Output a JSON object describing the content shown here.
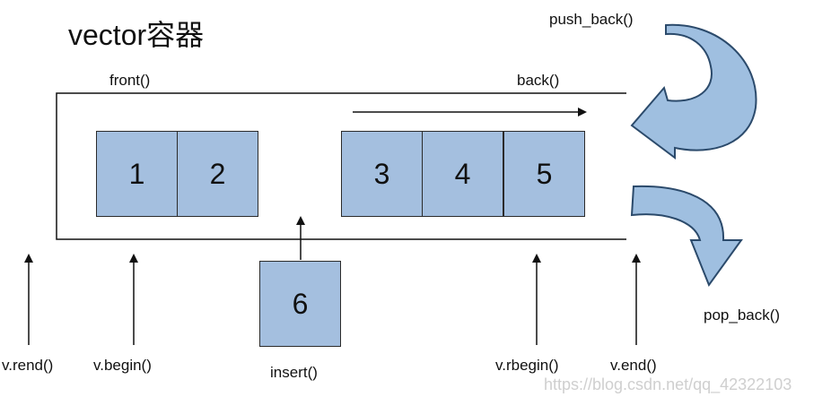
{
  "title": "vector容器",
  "labels": {
    "front": "front()",
    "back": "back()",
    "push_back": "push_back()",
    "pop_back": "pop_back()",
    "rend": "v.rend()",
    "begin": "v.begin()",
    "insert": "insert()",
    "rbegin": "v.rbegin()",
    "end": "v.end()"
  },
  "elements": {
    "e1": "1",
    "e2": "2",
    "e3": "3",
    "e4": "4",
    "e5": "5",
    "inserted": "6"
  },
  "colors": {
    "cell_fill": "#a4bfdf",
    "arrow_fill": "#9fbfe0",
    "line": "#111111"
  },
  "watermark": "https://blog.csdn.net/qq_42322103"
}
